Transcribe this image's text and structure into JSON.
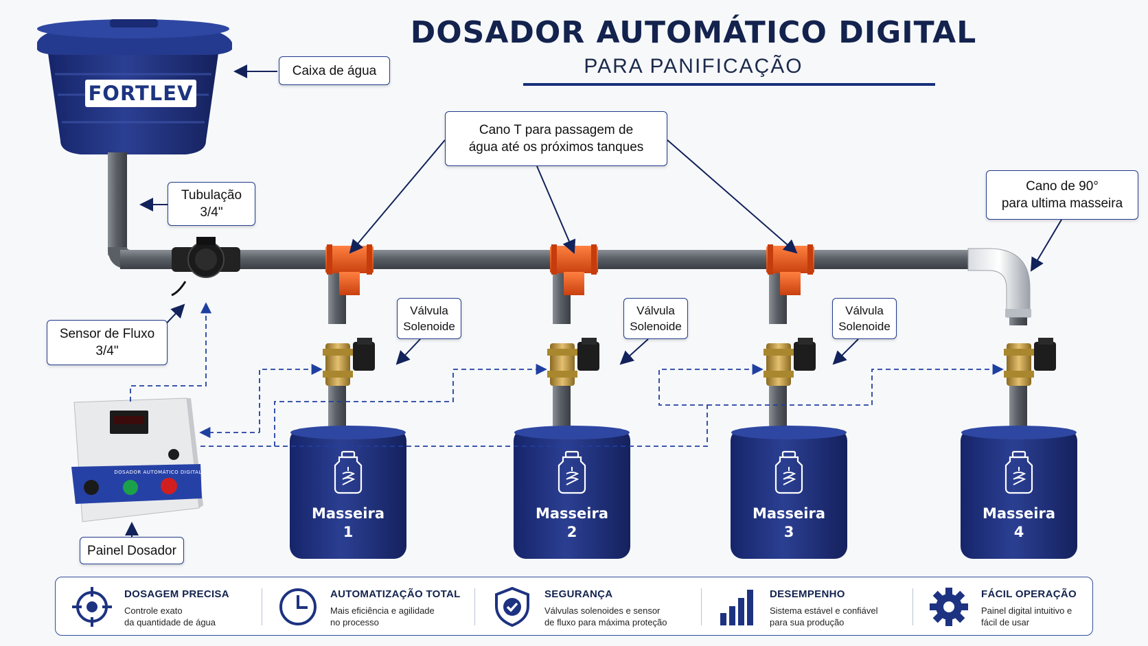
{
  "title": "DOSADOR AUTOMÁTICO DIGITAL",
  "subtitle": "PARA PANIFICAÇÃO",
  "water_tank": {
    "brand": "FORTLEV"
  },
  "callouts": {
    "caixa": "Caixa de água",
    "tubulacao": [
      "Tubulação",
      "3/4\""
    ],
    "sensor": [
      "Sensor de Fluxo",
      "3/4\""
    ],
    "painel": "Painel Dosador",
    "cano_t": [
      "Cano T para passagem de",
      "água até os próximos tanques"
    ],
    "cano_90": [
      "Cano de 90°",
      "para ultima masseira"
    ],
    "valvula": [
      "Válvula",
      "Solenoide"
    ]
  },
  "panel": {
    "label": "DOSADOR AUTOMÁTICO DIGITAL"
  },
  "masseiras": [
    {
      "label": "Masseira",
      "number": "1"
    },
    {
      "label": "Masseira",
      "number": "2"
    },
    {
      "label": "Masseira",
      "number": "3"
    },
    {
      "label": "Masseira",
      "number": "4"
    }
  ],
  "features": [
    {
      "icon": "target-icon",
      "title": "DOSAGEM PRECISA",
      "desc": [
        "Controle exato",
        "da quantidade de água"
      ]
    },
    {
      "icon": "clock-icon",
      "title": "AUTOMATIZAÇÃO TOTAL",
      "desc": [
        "Mais eficiência e agilidade",
        "no processo"
      ]
    },
    {
      "icon": "shield-check-icon",
      "title": "SEGURANÇA",
      "desc": [
        "Válvulas solenoides e sensor",
        "de fluxo para máxima proteção"
      ]
    },
    {
      "icon": "bar-chart-icon",
      "title": "DESEMPENHO",
      "desc": [
        "Sistema estável e confiável",
        "para sua produção"
      ]
    },
    {
      "icon": "gear-icon",
      "title": "FÁCIL OPERAÇÃO",
      "desc": [
        "Painel digital intuitivo e",
        "fácil de usar"
      ]
    }
  ],
  "colors": {
    "navy": "#1f3380",
    "pipe": "#5a5f66",
    "tee": "#e2531c",
    "brass": "#c9a24a",
    "signal": "#1f3fa0"
  }
}
